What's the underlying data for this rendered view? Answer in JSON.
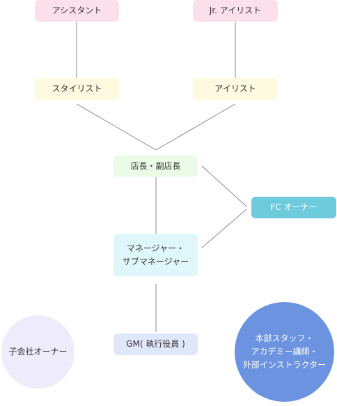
{
  "nodes": {
    "assistant": {
      "label": "アシスタント",
      "color": "#fbe0ec"
    },
    "jr_eyelist": {
      "label": "Jr. アイリスト",
      "color": "#fbe0ec"
    },
    "stylist": {
      "label": "スタイリスト",
      "color": "#fefae0"
    },
    "eyelist": {
      "label": "アイリスト",
      "color": "#fefae0"
    },
    "store_manager": {
      "label": "店長・副店長",
      "color": "#eafbe6"
    },
    "fc_owner": {
      "label": "FC オーナー",
      "color": "#6dcbdc",
      "text_color": "#ffffff"
    },
    "manager": {
      "line1": "マネージャー・",
      "line2": "サブマネージャー",
      "color": "#dff6fb"
    },
    "gm": {
      "label": "GM( 執行役員 )",
      "color": "#dfe8fb"
    },
    "subsidiary_owner": {
      "label": "子会社オーナー",
      "color": "#eeecfa"
    },
    "hq_staff": {
      "line1": "本部スタッフ・",
      "line2": "アカデミー講師・",
      "line3": "外部インストラクター",
      "color": "#6b93e0",
      "text_color": "#ffffff"
    }
  },
  "connectors": [
    [
      "assistant",
      "stylist"
    ],
    [
      "jr_eyelist",
      "eyelist"
    ],
    [
      "stylist",
      "store_manager"
    ],
    [
      "eyelist",
      "store_manager"
    ],
    [
      "store_manager",
      "manager"
    ],
    [
      "store_manager",
      "fc_owner"
    ],
    [
      "manager",
      "fc_owner"
    ],
    [
      "manager",
      "gm"
    ]
  ],
  "line_color": "#8a8a8a"
}
